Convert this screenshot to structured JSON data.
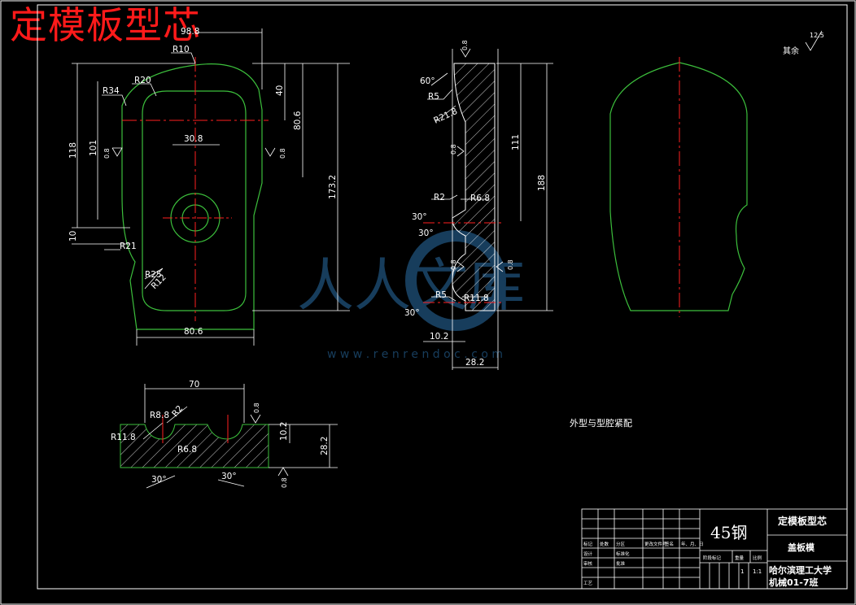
{
  "drawing": {
    "title": "定模板型芯",
    "surface_finish_rest": "其余",
    "surface_finish_rest_value": "12.5",
    "annotation": "外型与型腔紧配",
    "watermark_text": "人人文库",
    "watermark_url": "w w w . r e n r e n d o c . c o m"
  },
  "front_view": {
    "dims": [
      "98.8",
      "R10",
      "R20",
      "R34",
      "40",
      "80.6",
      "30.8",
      "118",
      "101",
      "173.2",
      "10",
      "R21",
      "R25",
      "R12",
      "80.6"
    ],
    "roughness": [
      "0.8",
      "0.8"
    ]
  },
  "side_view": {
    "dims": [
      "60°",
      "R5",
      "R21.8",
      "R2",
      "R6.8",
      "30°",
      "30°",
      "111",
      "188",
      "R5",
      "R11.8",
      "30°",
      "10.2",
      "28.2"
    ],
    "roughness": [
      "0.8",
      "0.8",
      "0.8",
      "0.8"
    ]
  },
  "bottom_view": {
    "dims": [
      "70",
      "R8.8",
      "R2",
      "R11.8",
      "R6.8",
      "10.2",
      "28.2",
      "30°",
      "30°"
    ],
    "roughness": [
      "0.8",
      "0.8"
    ]
  },
  "title_block": {
    "material": "45钢",
    "part_name": "定模板型芯",
    "mold_name": "盖板模",
    "school": "哈尔滨理工大学",
    "class": "机械01-7班",
    "scale": "1:1",
    "quantity": "1",
    "labels": [
      "标记",
      "处数",
      "分区",
      "更改文件号",
      "签名",
      "年、月、日",
      "设计",
      "标准化",
      "审核",
      "工艺",
      "批准",
      "阶段标记",
      "重量",
      "比例"
    ]
  }
}
